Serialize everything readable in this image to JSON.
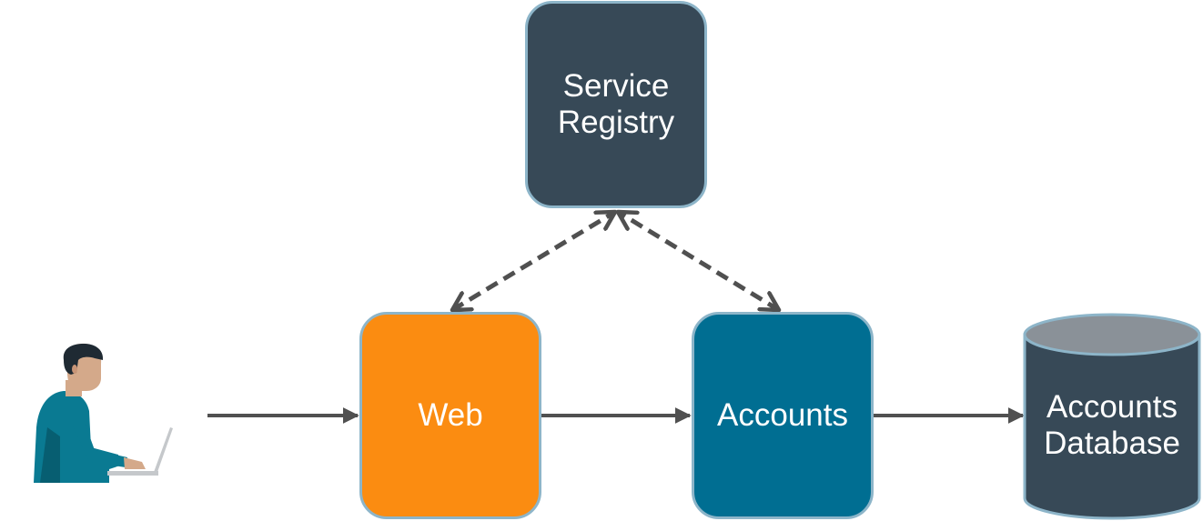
{
  "nodes": {
    "service_registry": {
      "label": "Service\nRegistry",
      "color": "#374957"
    },
    "web": {
      "label": "Web",
      "color": "#fb8c11"
    },
    "accounts": {
      "label": "Accounts",
      "color": "#006e92"
    },
    "accounts_database": {
      "label": "Accounts\nDatabase",
      "color": "#374957"
    }
  },
  "user": {
    "icon": "user-at-laptop-icon"
  },
  "connectors": [
    {
      "from": "user",
      "to": "web",
      "style": "solid"
    },
    {
      "from": "web",
      "to": "accounts",
      "style": "solid"
    },
    {
      "from": "accounts",
      "to": "accounts_database",
      "style": "solid"
    },
    {
      "from": "web",
      "to": "service_registry",
      "style": "dashed",
      "bidirectional": true
    },
    {
      "from": "accounts",
      "to": "service_registry",
      "style": "dashed",
      "bidirectional": true
    }
  ]
}
